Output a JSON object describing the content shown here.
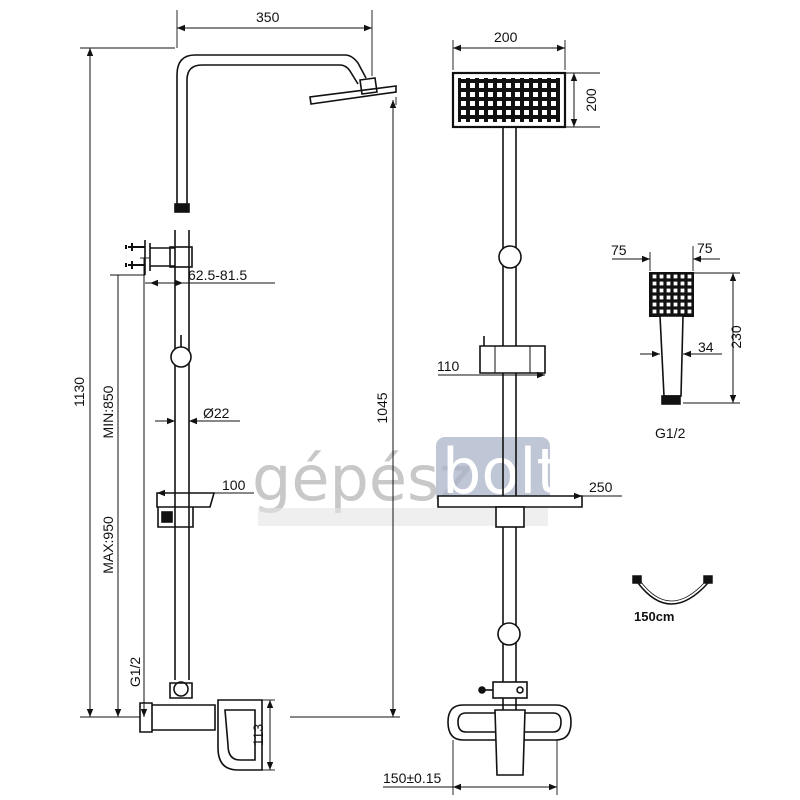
{
  "watermark": {
    "part1": "gépész",
    "part2": "bolt"
  },
  "side_view": {
    "arm_width": "350",
    "total_height": "1130",
    "bar_height": "1045",
    "holder_offset": "62.5-81.5",
    "min_height": "MIN:850",
    "max_height": "MAX:950",
    "tube_diameter": "Ø22",
    "shelf_depth": "100",
    "inlet_thread": "G1/2",
    "valve_height": "113"
  },
  "front_view": {
    "head_width": "200",
    "head_height": "200",
    "holder_width": "110",
    "shelf_width": "250",
    "inlet_spacing": "150±0.15"
  },
  "hand_shower": {
    "width_a": "75",
    "width_b": "75",
    "length": "230",
    "handle_diameter": "34",
    "thread": "G1/2"
  },
  "hose": {
    "length": "150cm"
  }
}
